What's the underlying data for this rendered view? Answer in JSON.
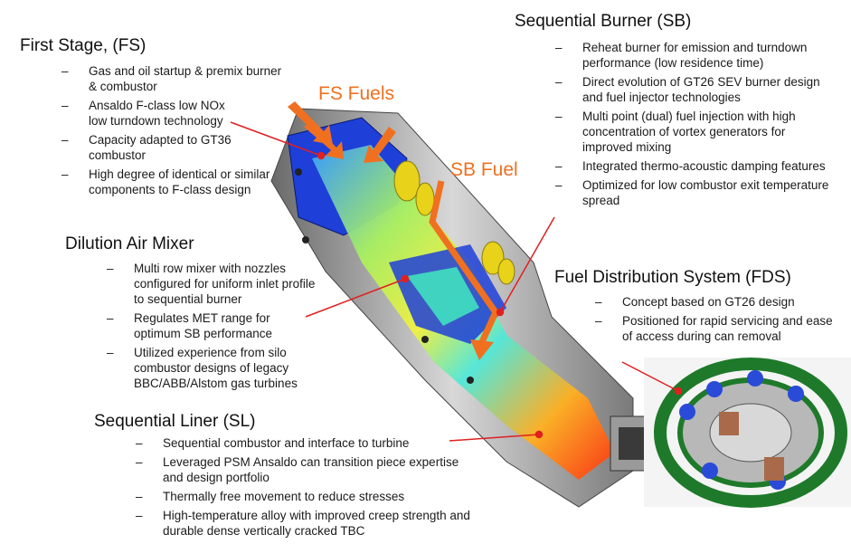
{
  "first_stage": {
    "title": "First Stage, (FS)",
    "items": [
      "Gas and oil startup & premix burner & combustor",
      "Ansaldo F-class low NOx low turndown technology",
      "Capacity adapted to GT36 combustor",
      "High degree of identical or similar components to F-class design"
    ]
  },
  "dilution_air_mixer": {
    "title": "Dilution Air Mixer",
    "items": [
      "Multi row mixer with nozzles configured for uniform inlet profile to sequential burner",
      "Regulates MET range for optimum SB performance",
      "Utilized experience from silo combustor designs of legacy BBC/ABB/Alstom gas turbines"
    ]
  },
  "sequential_liner": {
    "title": "Sequential Liner (SL)",
    "items": [
      "Sequential combustor and interface to turbine",
      "Leveraged PSM Ansaldo can transition piece expertise and design portfolio",
      "Thermally free movement to reduce stresses",
      "High-temperature alloy with improved creep strength and durable dense vertically cracked TBC"
    ]
  },
  "sequential_burner": {
    "title": "Sequential Burner (SB)",
    "items": [
      "Reheat burner for emission and turndown performance (low residence time)",
      "Direct evolution of GT26 SEV burner design and fuel injector technologies",
      "Multi point (dual) fuel injection with high concentration of vortex generators for improved mixing",
      "Integrated thermo-acoustic damping features",
      "Optimized for low combustor exit temperature spread"
    ]
  },
  "fuel_distribution_system": {
    "title": "Fuel Distribution System (FDS)",
    "items": [
      "Concept based on GT26 design",
      "Positioned for rapid servicing and ease of access during can removal"
    ]
  },
  "callouts": {
    "fs_fuels": "FS Fuels",
    "sb_fuel": "SB Fuel"
  },
  "colors": {
    "callout_orange": "#f07020",
    "leader_red": "#e02020",
    "casing_blue": "#1e3fd8",
    "ring_green": "#1e7a2a",
    "flange_yellow": "#e8d21a"
  }
}
